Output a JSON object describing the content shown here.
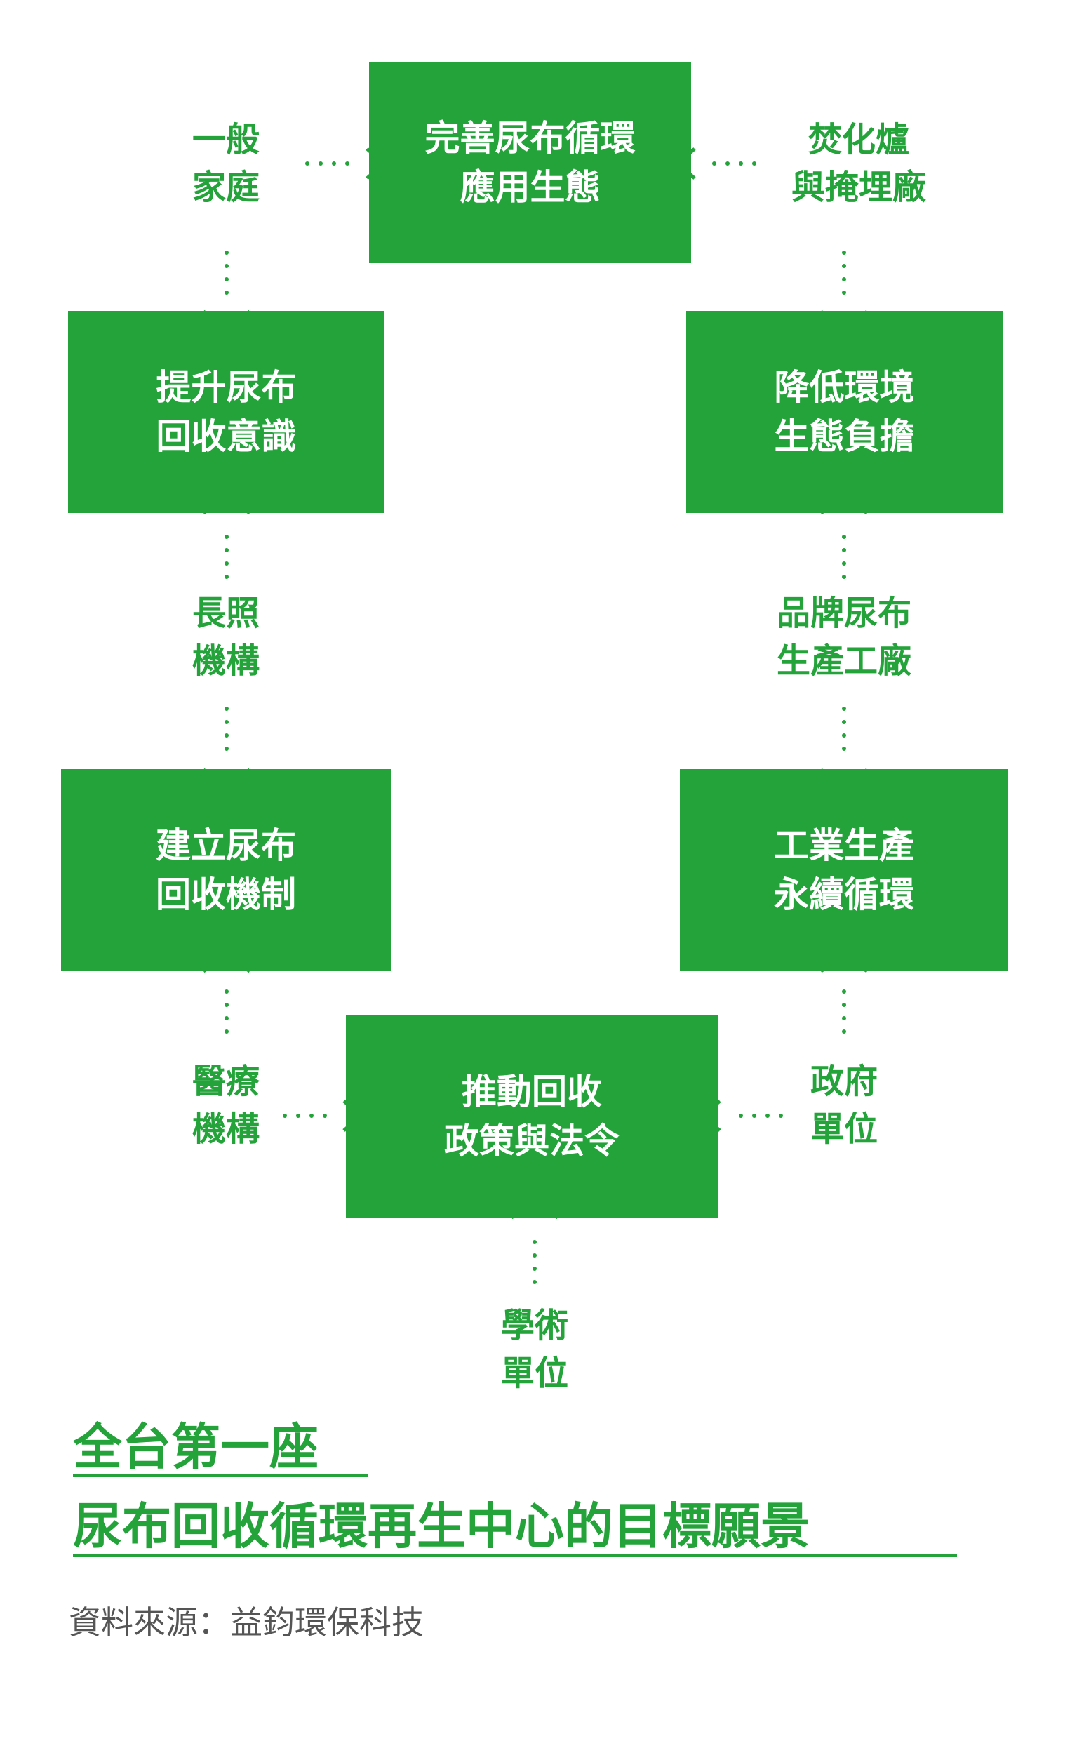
{
  "colors": {
    "accent": "#23a33a",
    "box_text": "#ffffff",
    "source_text": "#555555"
  },
  "boxes": {
    "top": {
      "line1": "完善尿布循環",
      "line2": "應用生態"
    },
    "left_upper": {
      "line1": "提升尿布",
      "line2": "回收意識"
    },
    "right_upper": {
      "line1": "降低環境",
      "line2": "生態負擔"
    },
    "left_lower": {
      "line1": "建立尿布",
      "line2": "回收機制"
    },
    "right_lower": {
      "line1": "工業生產",
      "line2": "永續循環"
    },
    "bottom": {
      "line1": "推動回收",
      "line2": "政策與法令"
    }
  },
  "labels": {
    "households": {
      "line1": "一般",
      "line2": "家庭"
    },
    "incinerators": {
      "line1": "焚化爐",
      "line2": "與掩埋廠"
    },
    "long_term_care": {
      "line1": "長照",
      "line2": "機構"
    },
    "brand_factories": {
      "line1": "品牌尿布",
      "line2": "生產工廠"
    },
    "medical": {
      "line1": "醫療",
      "line2": "機構"
    },
    "government": {
      "line1": "政府",
      "line2": "單位"
    },
    "academic": {
      "line1": "學術",
      "line2": "單位"
    }
  },
  "title": {
    "line1": "全台第一座",
    "line2": "尿布回收循環再生中心的目標願景"
  },
  "source": "資料來源：益鈞環保科技"
}
